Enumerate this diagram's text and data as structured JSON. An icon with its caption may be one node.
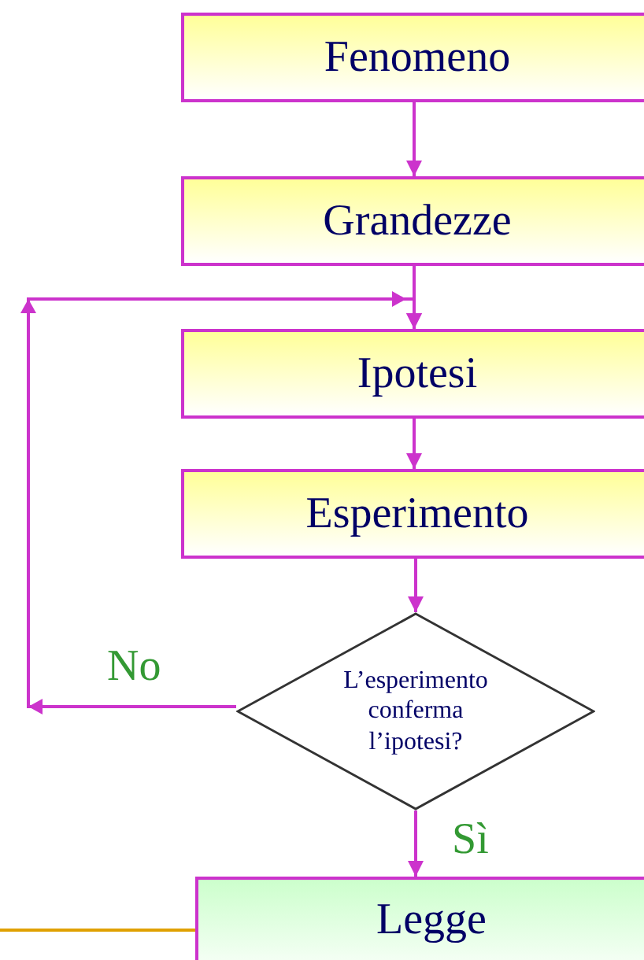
{
  "diagram": {
    "nodes": [
      {
        "text": [
          "Fenomeno"
        ]
      },
      {
        "text": [
          "Grandezze"
        ]
      },
      {
        "text": [
          "Ipotesi"
        ]
      },
      {
        "text": [
          "Esperimento"
        ]
      },
      {
        "text": [
          "L’esperimento conferma l’ipotesi?"
        ]
      },
      {
        "text": [
          "Legge"
        ]
      }
    ],
    "edges": [
      {
        "from": 0,
        "to": 1,
        "arrow": "to"
      },
      {
        "from": 1,
        "to": 2,
        "arrow": "to"
      },
      {
        "from": 2,
        "to": 3,
        "arrow": "to"
      },
      {
        "from": 3,
        "to": 4,
        "arrow": "to"
      },
      {
        "from": 4,
        "to": 5,
        "arrow": "to",
        "label": "Sì"
      },
      {
        "from": 4,
        "to": 2,
        "arrow": "to",
        "label": "No"
      },
      {
        "from": 5,
        "to": null,
        "arrow": "none",
        "color": "#e0a000"
      }
    ]
  }
}
